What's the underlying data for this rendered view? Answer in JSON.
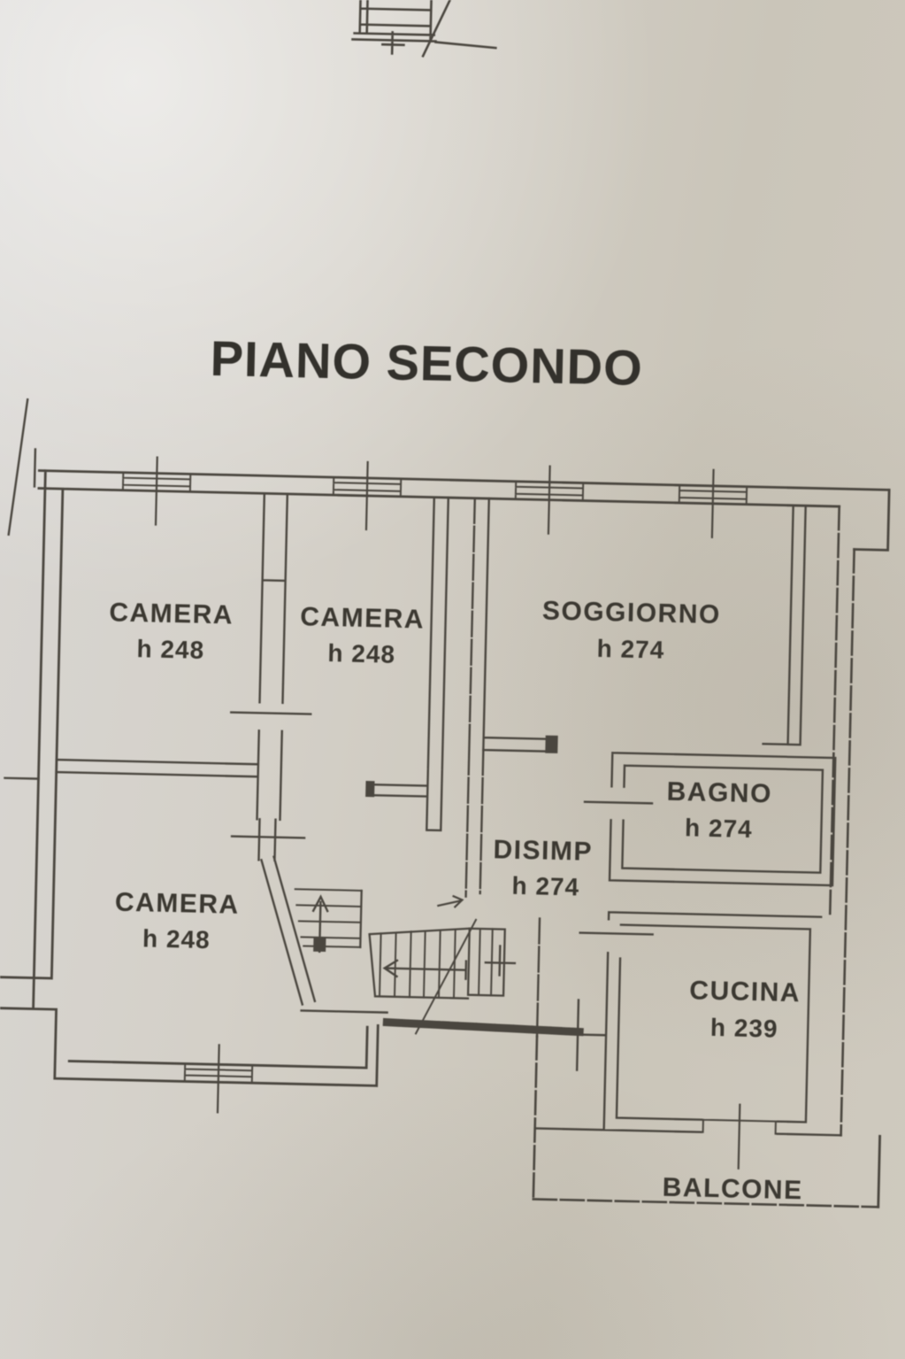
{
  "title": "PIANO SECONDO",
  "rooms": {
    "camera1": {
      "name": "CAMERA",
      "height": "h 248"
    },
    "camera2": {
      "name": "CAMERA",
      "height": "h 248"
    },
    "camera3": {
      "name": "CAMERA",
      "height": "h 248"
    },
    "soggiorno": {
      "name": "SOGGIORNO",
      "height": "h 274"
    },
    "bagno": {
      "name": "BAGNO",
      "height": "h 274"
    },
    "disimp": {
      "name": "DISIMP",
      "height": "h 274"
    },
    "cucina": {
      "name": "CUCINA",
      "height": "h 239"
    },
    "balcone": {
      "name": "BALCONE"
    }
  },
  "colors": {
    "paper": "#d0ccc3",
    "ink": "#4a463f"
  }
}
